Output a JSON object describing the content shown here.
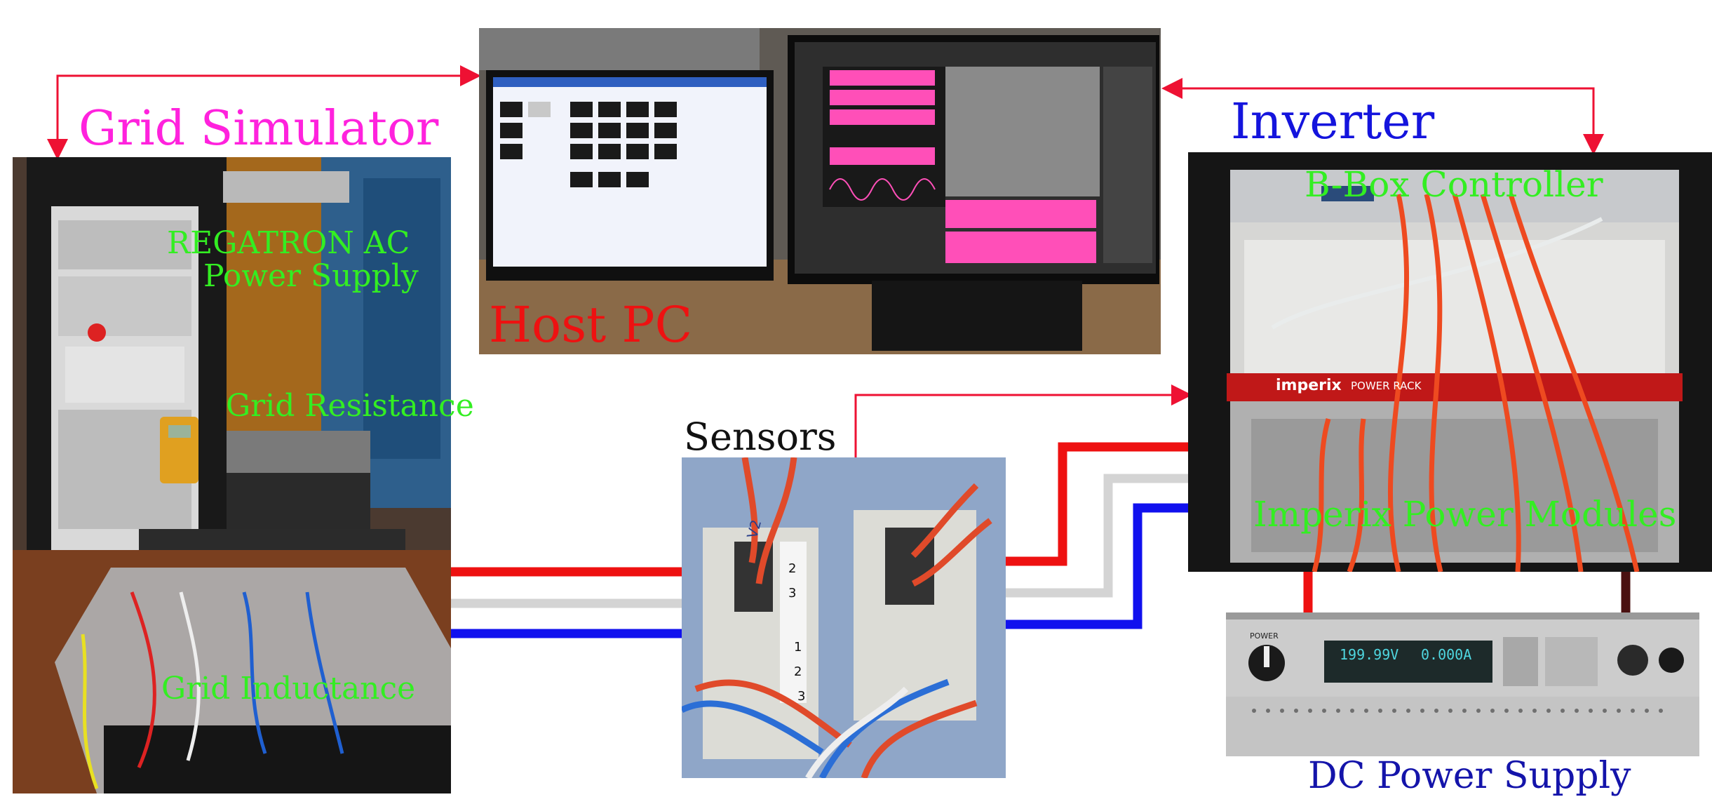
{
  "labels": {
    "grid_simulator": "Grid Simulator",
    "host_pc": "Host PC",
    "inverter": "Inverter",
    "bbox_controller": "B-Box Controller",
    "regatron_line1": "REGATRON AC",
    "regatron_line2": "Power Supply",
    "grid_resistance": "Grid Resistance",
    "grid_inductance": "Grid Inductance",
    "sensors": "Sensors",
    "imperix_power_modules": "Imperix Power Modules",
    "dc_power_supply": "DC Power Supply"
  },
  "photo_text": {
    "dc_display_voltage": "199.99V",
    "dc_display_current": "0.000A",
    "dc_knob_label": "POWER",
    "imperix_brand": "imperix",
    "power_rack": "POWER RACK",
    "sensor_v2": "V2",
    "sensor_nums": [
      "2",
      "3",
      "1",
      "2",
      "3"
    ]
  },
  "colors": {
    "grid_simulator_label": "#ff22dd",
    "host_pc_label": "#ee1111",
    "inverter_label": "#1414dd",
    "component_labels": "#33ee22",
    "sensors_label": "#111111",
    "dc_label": "#1414aa",
    "arrow_red": "#ee1133",
    "line_red": "#ee1111",
    "line_grey": "#d4d4d4",
    "line_blue": "#1111ee"
  }
}
